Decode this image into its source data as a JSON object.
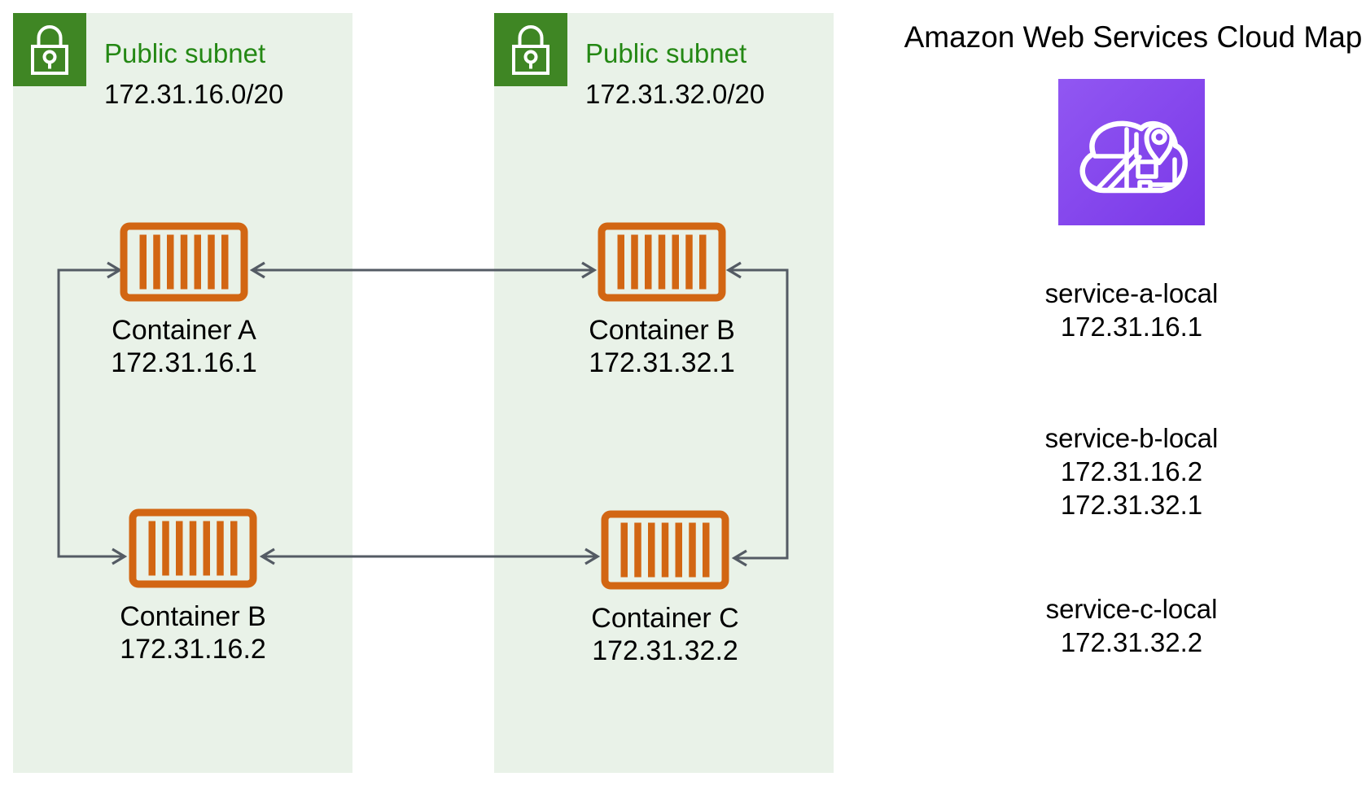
{
  "diagram_type": "aws-architecture-diagram",
  "subnets": [
    {
      "label": "Public subnet",
      "cidr": "172.31.16.0/20",
      "icon": "lock-icon",
      "containers": [
        {
          "name": "Container A",
          "ip": "172.31.16.1"
        },
        {
          "name": "Container B",
          "ip": "172.31.16.2"
        }
      ]
    },
    {
      "label": "Public subnet",
      "cidr": "172.31.32.0/20",
      "icon": "lock-icon",
      "containers": [
        {
          "name": "Container B",
          "ip": "172.31.32.1"
        },
        {
          "name": "Container C",
          "ip": "172.31.32.2"
        }
      ]
    }
  ],
  "cloud_map": {
    "title": "Amazon Web Services Cloud Map",
    "icon": "cloud-map-icon",
    "services": [
      {
        "name": "service-a-local",
        "ips": [
          "172.31.16.1"
        ]
      },
      {
        "name": "service-b-local",
        "ips": [
          "172.31.16.2",
          "172.31.32.1"
        ]
      },
      {
        "name": "service-c-local",
        "ips": [
          "172.31.32.2"
        ]
      }
    ]
  },
  "connections": [
    {
      "from": "Container A 172.31.16.1",
      "to": "Container B 172.31.16.2",
      "style": "bidirectional-elbow-left"
    },
    {
      "from": "Container A 172.31.16.1",
      "to": "Container B 172.31.32.1",
      "style": "bidirectional-horizontal"
    },
    {
      "from": "Container B 172.31.16.2",
      "to": "Container C 172.31.32.2",
      "style": "bidirectional-horizontal"
    },
    {
      "from": "Container B 172.31.32.1",
      "to": "Container C 172.31.32.2",
      "style": "bidirectional-elbow-right"
    }
  ],
  "colors": {
    "subnet_bg": "#E9F2E8",
    "subnet_green": "#248814",
    "lock_green": "#3F8624",
    "container_orange": "#D26613",
    "arrow_gray": "#545B64",
    "cloud_map_purple_light": "#9157F2",
    "cloud_map_purple_dark": "#7A38E8",
    "text": "#000000"
  }
}
